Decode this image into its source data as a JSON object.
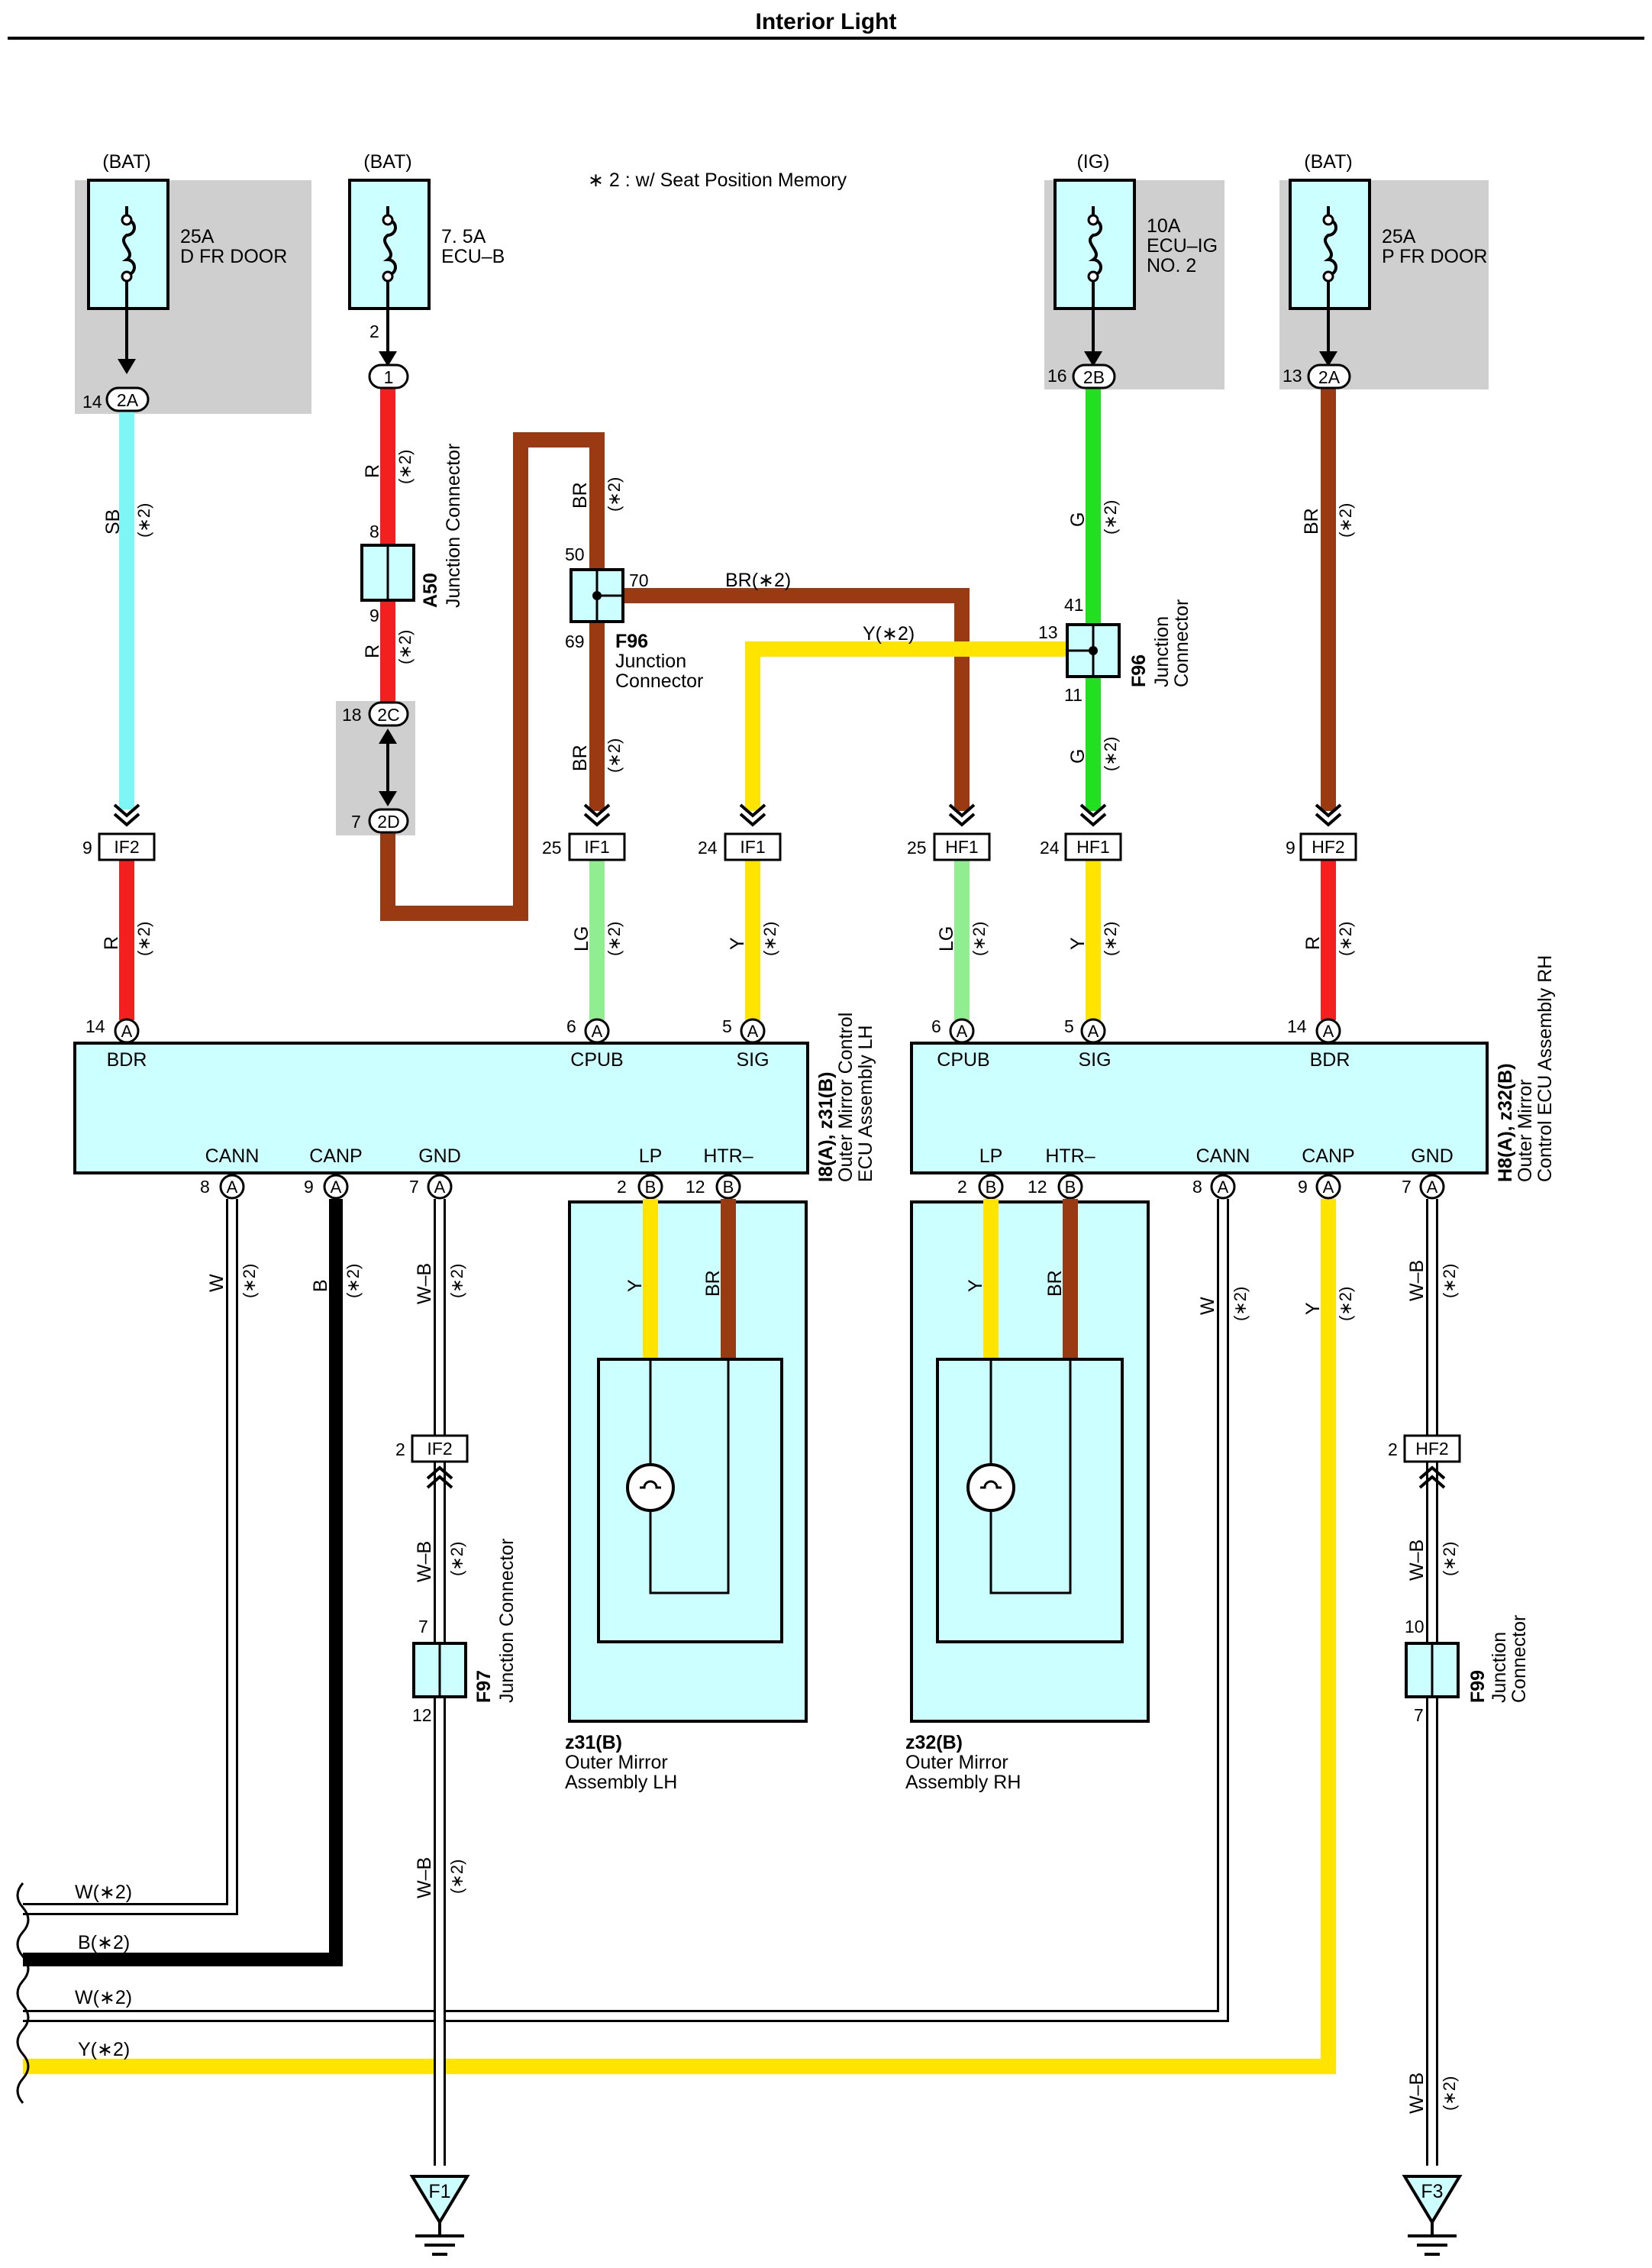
{
  "title": "Interior Light",
  "note": "∗ 2 : w/ Seat Position Memory",
  "colors": {
    "SB": "#7ff6f6",
    "R": "#f42020",
    "BR": "#993a12",
    "G": "#20e020",
    "Y": "#ffe400",
    "LG": "#90ee90",
    "B": "#000000",
    "W": "#ffffff",
    "WB": "#ffffff",
    "component_fill": "#ccffff",
    "shade": "#cfcfcf"
  },
  "fuses": [
    {
      "id": "fuse-d-fr-door",
      "source": "(BAT)",
      "rating": "25A",
      "name": "D FR DOOR",
      "name2": "",
      "pin": "14",
      "connector": "2A"
    },
    {
      "id": "fuse-ecu-b",
      "source": "(BAT)",
      "rating": "7. 5A",
      "name": "ECU–B",
      "name2": "",
      "pin": "2",
      "connector": "1"
    },
    {
      "id": "fuse-ecu-ig-no2",
      "source": "(IG)",
      "rating": "10A",
      "name": "ECU–IG",
      "name2": "NO. 2",
      "pin": "16",
      "connector": "2B"
    },
    {
      "id": "fuse-p-fr-door",
      "source": "(BAT)",
      "rating": "25A",
      "name": "P FR DOOR",
      "name2": "",
      "pin": "13",
      "connector": "2A"
    }
  ],
  "junction_connectors": {
    "a50": {
      "code": "A50",
      "desc": "Junction Connector",
      "pins": [
        "8",
        "9"
      ]
    },
    "f96_left": {
      "code": "F96",
      "desc1": "Junction",
      "desc2": "Connector",
      "pins": [
        "50",
        "70",
        "69"
      ]
    },
    "f96_right": {
      "code": "F96",
      "desc1": "Junction",
      "desc2": "Connector",
      "pins": [
        "41",
        "13",
        "11"
      ]
    },
    "f97": {
      "code": "F97",
      "desc": "Junction Connector",
      "pins": [
        "7",
        "12"
      ]
    },
    "f99": {
      "code": "F99",
      "desc1": "Junction",
      "desc2": "Connector",
      "pins": [
        "10",
        "7"
      ]
    }
  },
  "joint_connector": {
    "pin_top": "18",
    "conn_top": "2C",
    "pin_bottom": "7",
    "conn_bottom": "2D"
  },
  "inline_connectors": [
    {
      "pin": "9",
      "code": "IF2"
    },
    {
      "pin": "25",
      "code": "IF1"
    },
    {
      "pin": "24",
      "code": "IF1"
    },
    {
      "pin": "25",
      "code": "HF1"
    },
    {
      "pin": "24",
      "code": "HF1"
    },
    {
      "pin": "9",
      "code": "HF2"
    },
    {
      "pin": "2",
      "code": "IF2"
    },
    {
      "pin": "2",
      "code": "HF2"
    }
  ],
  "ecu_lh": {
    "code": "I8(A), z31(B)",
    "desc1": "Outer Mirror Control",
    "desc2": "ECU Assembly LH",
    "top_pins": [
      {
        "pin": "14",
        "conn": "A",
        "label": "BDR"
      },
      {
        "pin": "6",
        "conn": "A",
        "label": "CPUB"
      },
      {
        "pin": "5",
        "conn": "A",
        "label": "SIG"
      }
    ],
    "bottom_pins": [
      {
        "pin": "8",
        "conn": "A",
        "label": "CANN"
      },
      {
        "pin": "9",
        "conn": "A",
        "label": "CANP"
      },
      {
        "pin": "7",
        "conn": "A",
        "label": "GND"
      },
      {
        "pin": "2",
        "conn": "B",
        "label": "LP"
      },
      {
        "pin": "12",
        "conn": "B",
        "label": "HTR–"
      }
    ]
  },
  "ecu_rh": {
    "code": "H8(A), z32(B)",
    "desc1": "Outer Mirror",
    "desc2": "Control ECU Assembly RH",
    "top_pins": [
      {
        "pin": "6",
        "conn": "A",
        "label": "CPUB"
      },
      {
        "pin": "5",
        "conn": "A",
        "label": "SIG"
      },
      {
        "pin": "14",
        "conn": "A",
        "label": "BDR"
      }
    ],
    "bottom_pins": [
      {
        "pin": "2",
        "conn": "B",
        "label": "LP"
      },
      {
        "pin": "12",
        "conn": "B",
        "label": "HTR–"
      },
      {
        "pin": "8",
        "conn": "A",
        "label": "CANN"
      },
      {
        "pin": "9",
        "conn": "A",
        "label": "CANP"
      },
      {
        "pin": "7",
        "conn": "A",
        "label": "GND"
      }
    ]
  },
  "mirror_lh": {
    "code": "z31(B)",
    "desc1": "Outer Mirror",
    "desc2": "Assembly LH"
  },
  "mirror_rh": {
    "code": "z32(B)",
    "desc1": "Outer Mirror",
    "desc2": "Assembly RH"
  },
  "grounds": [
    {
      "code": "F1"
    },
    {
      "code": "F3"
    }
  ],
  "wire_labels": {
    "sb": "SB",
    "r": "R",
    "br": "BR",
    "g": "G",
    "y": "Y",
    "lg": "LG",
    "w": "W",
    "b": "B",
    "wb": "W–B",
    "star": "(∗2)",
    "br_star": "BR(∗2)",
    "y_star": "Y(∗2)",
    "w_star": "W(∗2)",
    "b_star": "B(∗2)"
  }
}
